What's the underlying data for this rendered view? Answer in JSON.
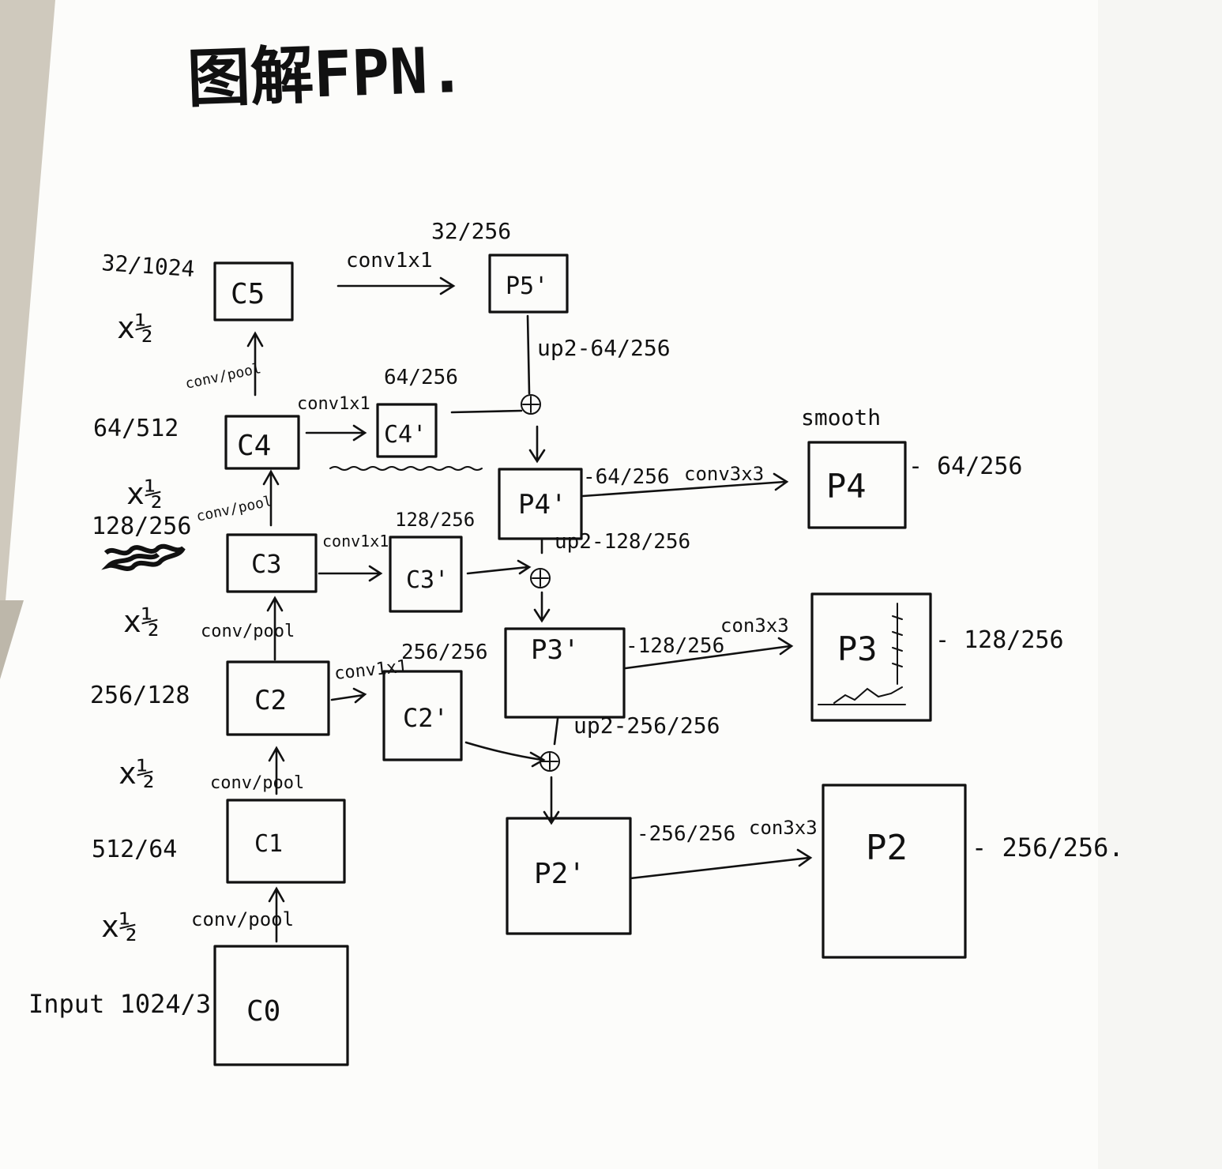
{
  "title": "图解FPN.",
  "bottom_up": {
    "c5": {
      "label": "C5",
      "size": "32/1024"
    },
    "c4": {
      "label": "C4",
      "size": "64/512"
    },
    "c3": {
      "label": "C3",
      "size": "128/256"
    },
    "c2": {
      "label": "C2",
      "size": "256/128"
    },
    "c1": {
      "label": "C1",
      "size": "512/64"
    },
    "c0": {
      "label": "C0",
      "size": "Input 1024/3"
    },
    "scale_label": "x½",
    "conv_pool_label": "conv/pool"
  },
  "lateral": {
    "p5p": {
      "label": "P5'",
      "size": "32/256",
      "op": "conv1x1"
    },
    "c4p": {
      "label": "C4'",
      "size": "64/256",
      "op": "conv1x1"
    },
    "c3p": {
      "label": "C3'",
      "size": "128/256",
      "op": "conv1x1"
    },
    "c2p": {
      "label": "C2'",
      "size": "256/256",
      "op": "conv1x1"
    }
  },
  "top_down": {
    "up_p5": "up2-64/256",
    "up_p4": "up2-128/256",
    "up_p3": "up2-256/256",
    "p4p": {
      "label": "P4'",
      "size": "-64/256"
    },
    "p3p": {
      "label": "P3'",
      "size": "-128/256"
    },
    "p2p": {
      "label": "P2'",
      "size": "-256/256"
    },
    "plus": "⊕"
  },
  "outputs": {
    "smooth_label": "smooth",
    "p4": {
      "label": "P4",
      "size": "- 64/256",
      "op": "conv3x3"
    },
    "p3": {
      "label": "P3",
      "size": "- 128/256",
      "op": "con3x3"
    },
    "p2": {
      "label": "P2",
      "size": "- 256/256.",
      "op": "con3x3"
    }
  },
  "colors": {
    "ink": "#111111",
    "paper": "#fcfcfa",
    "background": "#cfc9bd"
  }
}
